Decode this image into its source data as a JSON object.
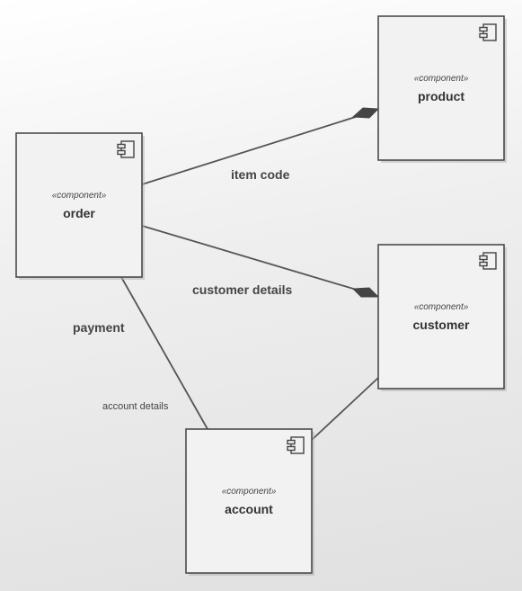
{
  "components": {
    "order": {
      "stereotype": "«component»",
      "name": "order"
    },
    "product": {
      "stereotype": "«component»",
      "name": "product"
    },
    "customer": {
      "stereotype": "«component»",
      "name": "customer"
    },
    "account": {
      "stereotype": "«component»",
      "name": "account"
    }
  },
  "connectors": {
    "order_product": {
      "label": "item code"
    },
    "order_customer": {
      "label": "customer details"
    },
    "order_account": {
      "label": "payment",
      "secondary_label": "account details"
    }
  },
  "icons": {
    "component": "component-icon",
    "aggregation": "diamond-head"
  },
  "colors": {
    "box_fill": "#f2f2f2",
    "box_stroke": "#4a4a4a",
    "line": "#555555"
  }
}
